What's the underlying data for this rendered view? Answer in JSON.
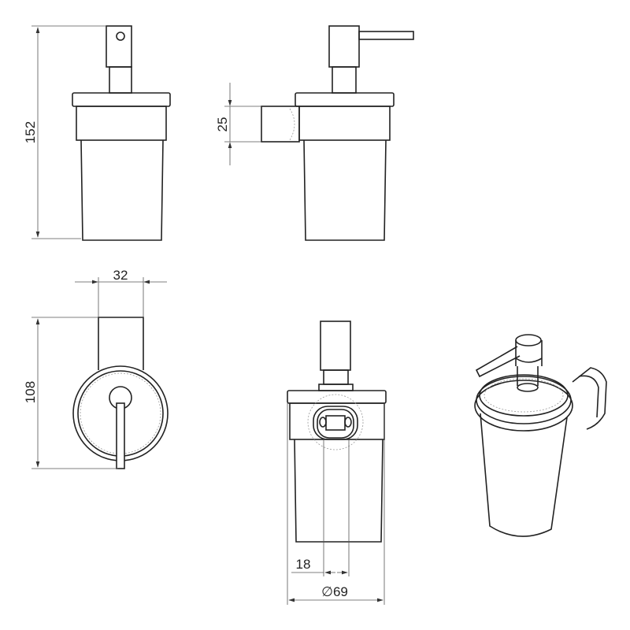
{
  "dimensions": {
    "height_total": "152",
    "bracket_height": "25",
    "bracket_width": "32",
    "depth": "108",
    "offset": "18",
    "diameter": "∅69"
  },
  "colors": {
    "line": "#222222",
    "background": "#ffffff"
  }
}
